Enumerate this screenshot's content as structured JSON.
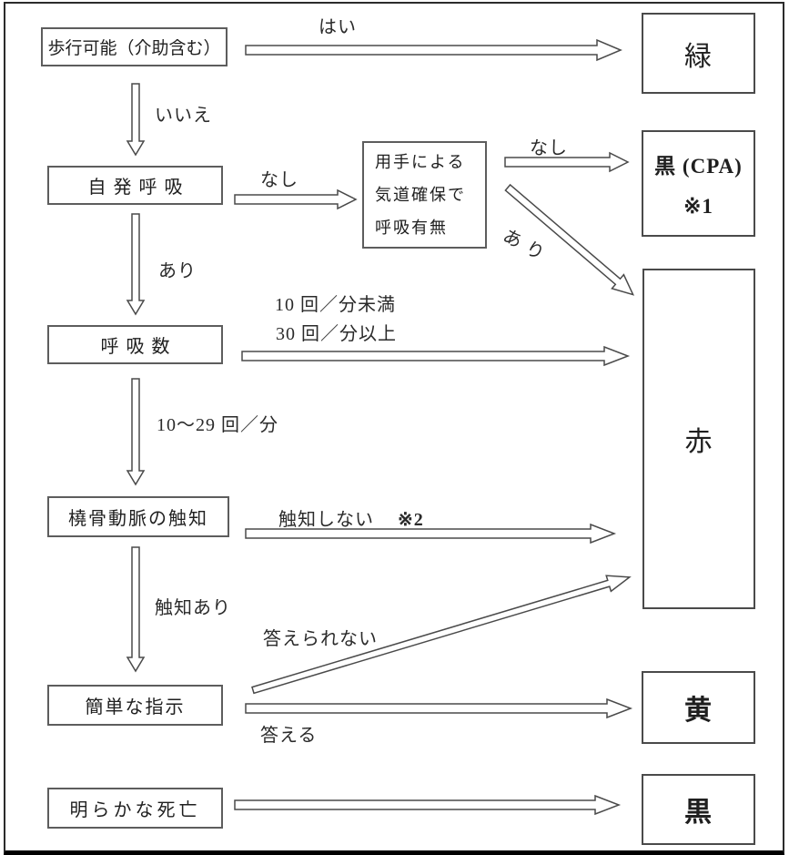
{
  "diagram": {
    "type": "flowchart",
    "description": "START-triage style decision flowchart (Japanese)",
    "nodes": {
      "walk": "歩行可能（介助含む）",
      "breath": "自発呼吸",
      "airway_line1": "用手による",
      "airway_line2": "気道確保で",
      "airway_line3": "呼吸有無",
      "resp_rate": "呼吸数",
      "radial_pulse": "橈骨動脈の触知",
      "commands": "簡単な指示",
      "death": "明らかな死亡"
    },
    "results": {
      "green": "緑",
      "black_cpa_line1": "黒 (CPA)",
      "black_cpa_line2": "※1",
      "red": "赤",
      "yellow": "黄",
      "black": "黒"
    },
    "edges": {
      "yes": "はい",
      "no": "いいえ",
      "none1": "なし",
      "none2": "なし",
      "present_diagonal": "あり",
      "present_down": "あり",
      "rate_under": "10 回／分未満",
      "rate_over": "30 回／分以上",
      "rate_normal": "10～29 回／分",
      "pulse_absent": "触知しない",
      "pulse_absent_note": "※2",
      "pulse_present": "触知あり",
      "cannot_answer": "答えられない",
      "can_answer": "答える"
    }
  }
}
